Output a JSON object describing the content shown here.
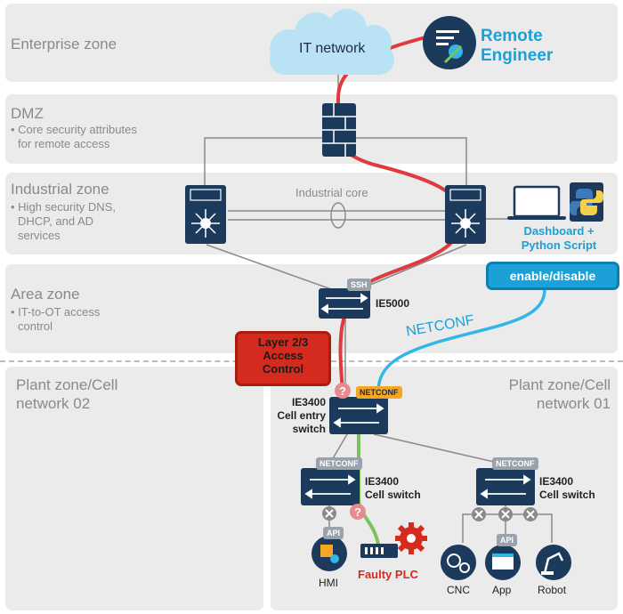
{
  "zones": {
    "enterprise": {
      "title": "Enterprise zone"
    },
    "dmz": {
      "title": "DMZ",
      "desc": [
        "• Core security attributes",
        "  for remote access"
      ]
    },
    "industrial": {
      "title": "Industrial zone",
      "desc": [
        "• High security DNS,",
        "  DHCP, and AD",
        "  services"
      ]
    },
    "area": {
      "title": "Area zone",
      "desc": [
        "• IT-to-OT access",
        "  control"
      ]
    },
    "plant02": {
      "title": [
        "Plant zone/Cell",
        "network 02"
      ]
    },
    "plant01": {
      "title": [
        "Plant zone/Cell",
        "network 01"
      ]
    }
  },
  "cloud": {
    "label": "IT network"
  },
  "remote_engineer": {
    "label": [
      "Remote",
      "Engineer"
    ]
  },
  "industrial_core": {
    "label": "Industrial core"
  },
  "dashboard": {
    "label": [
      "Dashboard +",
      "Python Script"
    ]
  },
  "enable_disable": {
    "label": "enable/disable"
  },
  "netconf_link": {
    "label": "NETCONF"
  },
  "ie5000": {
    "label": "IE5000",
    "tag": "SSH"
  },
  "access_control": {
    "label": [
      "Layer 2/3",
      "Access",
      "Control"
    ]
  },
  "cell_entry": {
    "label": [
      "IE3400",
      "Cell entry",
      "switch"
    ],
    "tag": "NETCONF"
  },
  "cell_switch_left": {
    "label": [
      "IE3400",
      "Cell switch"
    ],
    "tag": "NETCONF"
  },
  "cell_switch_right": {
    "label": [
      "IE3400",
      "Cell switch"
    ],
    "tag": "NETCONF"
  },
  "devices": {
    "hmi": {
      "label": "HMI",
      "tag": "API"
    },
    "plc": {
      "label": "Faulty PLC"
    },
    "cnc": {
      "label": "CNC"
    },
    "app": {
      "label": "App",
      "tag": "API"
    },
    "robot": {
      "label": "Robot"
    }
  },
  "colors": {
    "zone_bg": "#ebebeb",
    "device_navy": "#1b3a5c",
    "red_path": "#e0393e",
    "blue_path": "#31b6e7",
    "green_path": "#7bc35a",
    "accent_blue": "#1ba0d7",
    "access_red": "#d52b1e"
  }
}
